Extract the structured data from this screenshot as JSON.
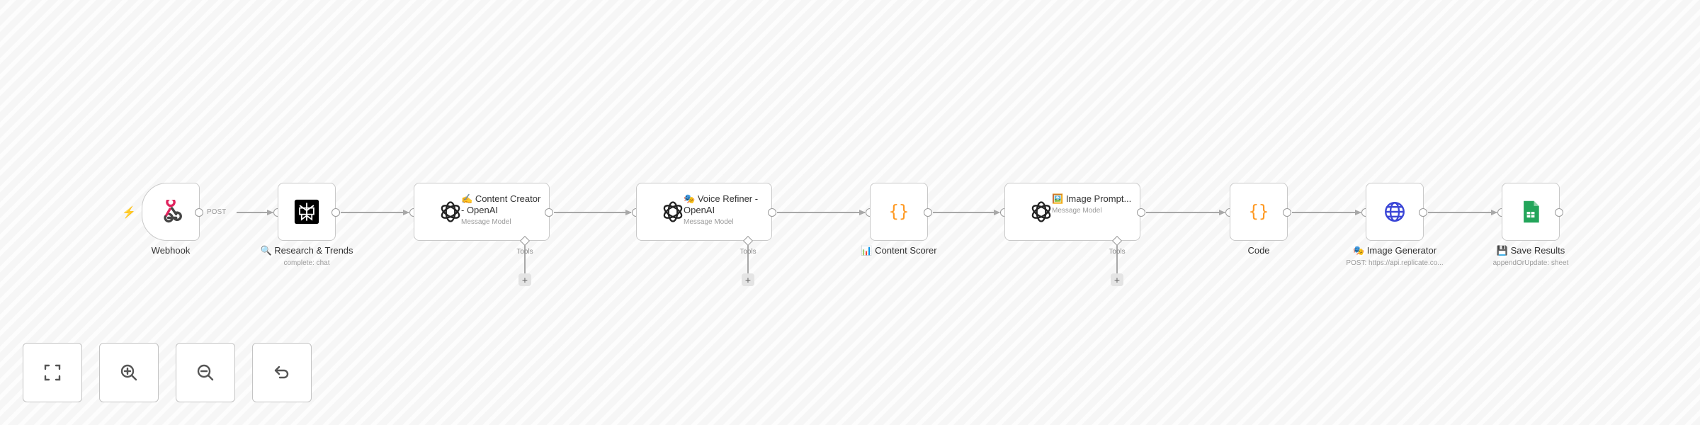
{
  "canvas": {
    "background": "#f6f6f6",
    "edge_color": "#a8a8a8",
    "trigger_color": "#ff6d5a"
  },
  "nodes": [
    {
      "id": "webhook",
      "label": "Webhook",
      "sublabel": "",
      "icon": "webhook-icon",
      "kind": "trigger"
    },
    {
      "id": "research",
      "label": "🔍 Research & Trends",
      "sublabel": "complete: chat",
      "icon": "perplexity-icon",
      "kind": "square"
    },
    {
      "id": "content-creator",
      "title_emoji": "✍️",
      "title": "Content Creator - OpenAI",
      "subtitle": "Message Model",
      "icon": "openai-icon",
      "kind": "wide",
      "tools_label": "Tools",
      "add_label": "+"
    },
    {
      "id": "voice-refiner",
      "title_emoji": "🎭",
      "title": "Voice Refiner - OpenAI",
      "subtitle": "Message Model",
      "icon": "openai-icon",
      "kind": "wide",
      "tools_label": "Tools",
      "add_label": "+"
    },
    {
      "id": "content-scorer",
      "label": "📊 Content Scorer",
      "sublabel": "",
      "icon": "code-braces-icon",
      "kind": "square"
    },
    {
      "id": "image-prompt",
      "title_emoji": "🖼️",
      "title": "Image Prompt...",
      "subtitle": "Message Model",
      "icon": "openai-icon",
      "kind": "wide",
      "tools_label": "Tools",
      "add_label": "+"
    },
    {
      "id": "code",
      "label": "Code",
      "sublabel": "",
      "icon": "code-braces-icon",
      "kind": "square"
    },
    {
      "id": "image-generator",
      "label": "🎭 Image Generator",
      "sublabel": "POST: https://api.replicate.co...",
      "icon": "globe-icon",
      "kind": "square"
    },
    {
      "id": "save-results",
      "label": "💾 Save Results",
      "sublabel": "appendOrUpdate: sheet",
      "icon": "google-sheets-icon",
      "kind": "square"
    }
  ],
  "edges": [
    {
      "from": "webhook",
      "to": "research",
      "label": "POST"
    }
  ],
  "controls": [
    {
      "id": "fit-view",
      "icon": "fit-view-icon"
    },
    {
      "id": "zoom-in",
      "icon": "zoom-in-icon"
    },
    {
      "id": "zoom-out",
      "icon": "zoom-out-icon"
    },
    {
      "id": "undo",
      "icon": "undo-icon"
    }
  ]
}
